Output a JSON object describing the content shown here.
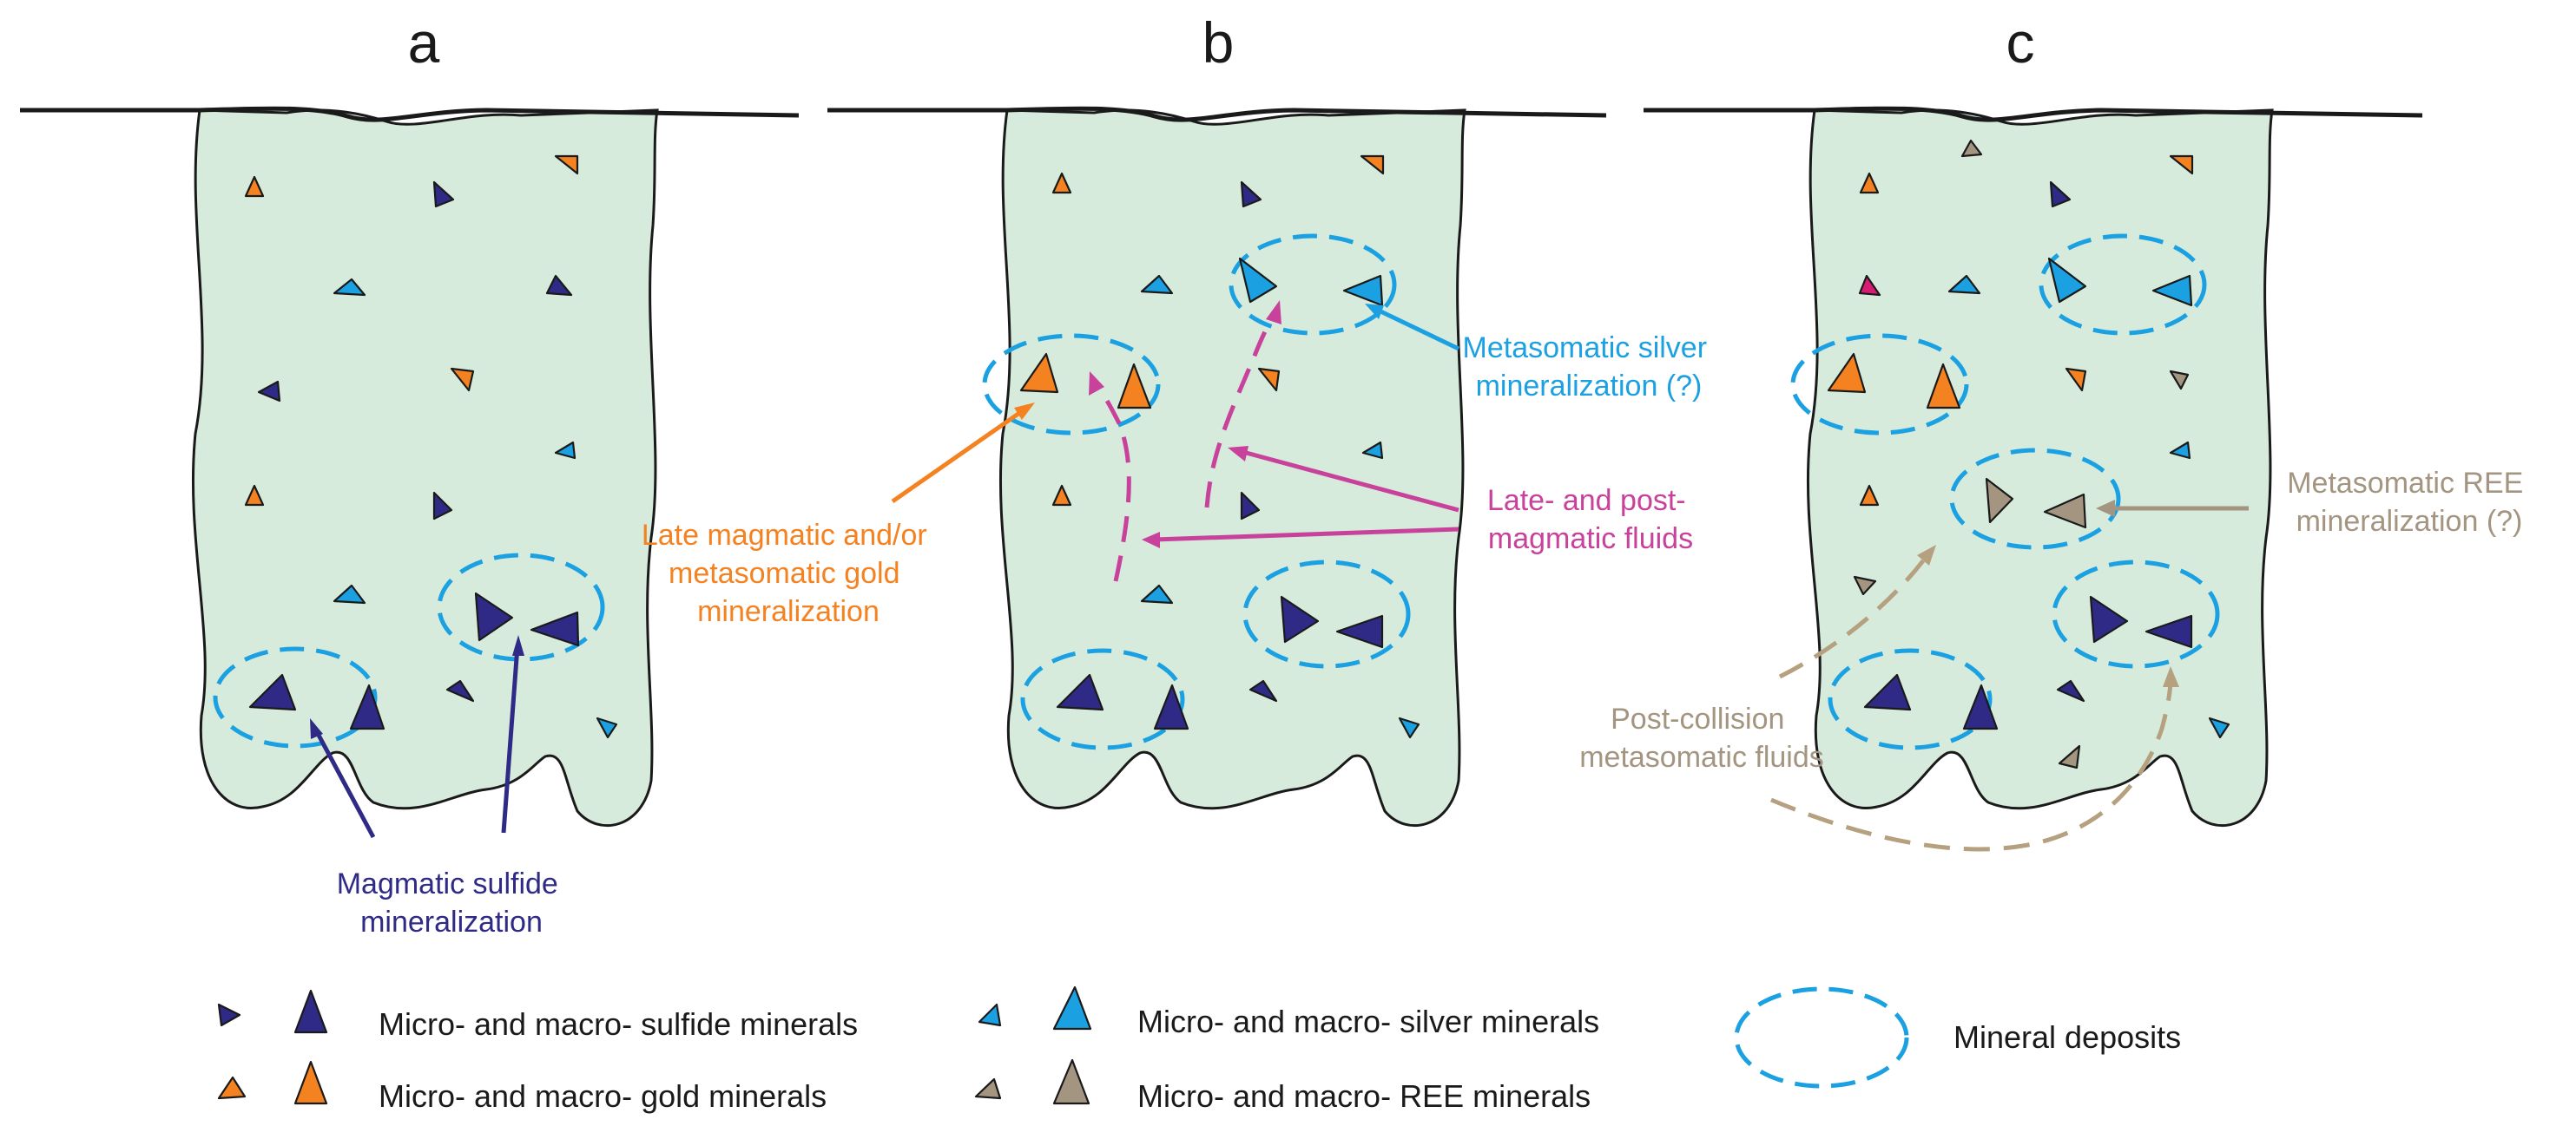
{
  "panels": [
    {
      "id": "a",
      "label": "a"
    },
    {
      "id": "b",
      "label": "b"
    },
    {
      "id": "c",
      "label": "c"
    }
  ],
  "colors": {
    "host_body": "#d6ebdc",
    "sulfide": "#2e2a86",
    "gold": "#f58220",
    "silver": "#1ba1e2",
    "ree": "#a39580",
    "fluid_magenta": "#c8429b",
    "fluid_tan": "#b5a07f",
    "deposit_outline": "#1ba1e2",
    "pink_mineral": "#d81b73"
  },
  "annotations": {
    "a_sulfide": [
      "Magmatic sulfide",
      "mineralization"
    ],
    "b_gold": [
      "Late magmatic and/or",
      "metasomatic gold",
      "mineralization"
    ],
    "b_silver": [
      "Metasomatic silver",
      "mineralization (?)"
    ],
    "b_fluids": [
      "Late- and post-",
      "magmatic fluids"
    ],
    "c_ree": [
      "Metasomatic REE",
      "mineralization (?)"
    ],
    "c_fluids": [
      "Post-collision",
      "metasomatic fluids"
    ]
  },
  "legend": {
    "sulfide": "Micro- and macro- sulfide minerals",
    "gold": "Micro- and macro- gold minerals",
    "silver": "Micro- and macro- silver minerals",
    "ree": "Micro- and macro- REE minerals",
    "deposits": "Mineral deposits"
  },
  "icons": {
    "micro_mineral": "small-triangle-icon",
    "macro_mineral": "large-triangle-icon",
    "deposit": "dashed-ellipse-icon"
  }
}
